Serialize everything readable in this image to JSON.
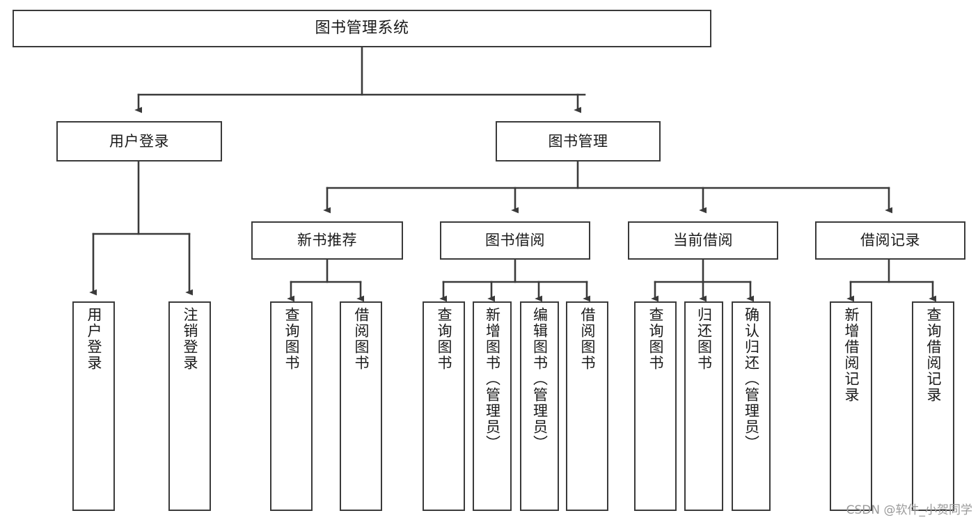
{
  "diagram": {
    "title": "图书管理系统",
    "type": "tree",
    "watermark": "CSDN @软件_小贺同学",
    "colors": {
      "node_border": "#3a3a3a",
      "node_fill": "#ffffff",
      "edge": "#3a3a3a",
      "text": "#1a1a1a",
      "watermark": "#9a9a9a",
      "background": "#ffffff"
    },
    "nodes": {
      "root": {
        "label": "图书管理系统"
      },
      "level2": [
        {
          "label": "用户登录"
        },
        {
          "label": "图书管理"
        }
      ],
      "level3": [
        {
          "label": "新书推荐"
        },
        {
          "label": "图书借阅"
        },
        {
          "label": "当前借阅"
        },
        {
          "label": "借阅记录"
        }
      ],
      "leaves_user_login": [
        {
          "label": "用户登录"
        },
        {
          "label": "注销登录"
        }
      ],
      "leaves_new_book": [
        {
          "label": "查询图书"
        },
        {
          "label": "借阅图书"
        }
      ],
      "leaves_borrow": [
        {
          "label": "查询图书"
        },
        {
          "label": "新增图书（管理员）"
        },
        {
          "label": "编辑图书（管理员）"
        },
        {
          "label": "借阅图书"
        }
      ],
      "leaves_current": [
        {
          "label": "查询图书"
        },
        {
          "label": "归还图书"
        },
        {
          "label": "确认归还（管理员）"
        }
      ],
      "leaves_records": [
        {
          "label": "新增借阅记录"
        },
        {
          "label": "查询借阅记录"
        }
      ]
    }
  }
}
